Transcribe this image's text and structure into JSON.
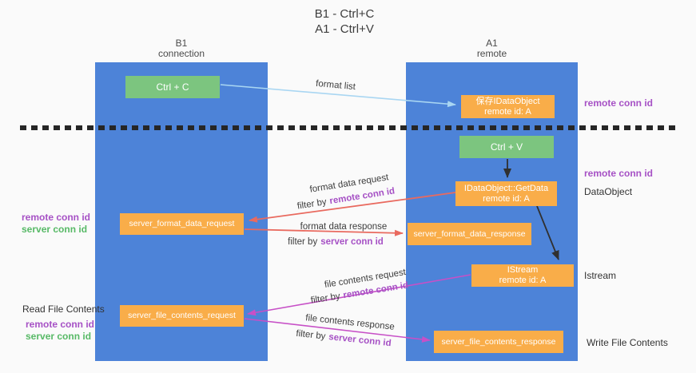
{
  "title": {
    "line1": "B1 - Ctrl+C",
    "line2": "A1 - Ctrl+V"
  },
  "lanes": {
    "left": {
      "title": "B1",
      "subtitle": "connection"
    },
    "right": {
      "title": "A1",
      "subtitle": "remote"
    }
  },
  "nodes": {
    "ctrl_c": {
      "label": "Ctrl + C"
    },
    "ctrl_v": {
      "label": "Ctrl + V"
    },
    "save_idataobject": {
      "line1": "保存IDataObject",
      "line2": "remote id: A"
    },
    "idataobject_getdata": {
      "line1": "IDataObject::GetData",
      "line2": "remote id: A"
    },
    "istream": {
      "line1": "IStream",
      "line2": "remote id: A"
    },
    "server_format_data_request": {
      "label": "server_format_data_request"
    },
    "server_format_data_response": {
      "label": "server_format_data_response"
    },
    "server_file_contents_request": {
      "label": "server_file_contents_request"
    },
    "server_file_contents_response": {
      "label": "server_file_contents_response"
    }
  },
  "edges": {
    "format_list": "format list",
    "format_data_request": "format data request",
    "format_data_response": "format data response",
    "file_contents_request": "file contents request",
    "file_contents_response": "file contents response",
    "filter_by": "filter by",
    "remote_conn_id": "remote conn id",
    "server_conn_id": "server conn id"
  },
  "annotations": {
    "right_remote_conn_id_top": "remote conn id",
    "right_remote_conn_id_mid": "remote conn id",
    "dataobject": "DataObject",
    "istream": "Istream",
    "write_file_contents": "Write File Contents",
    "read_file_contents": "Read File Contents",
    "left_remote_conn_id_top": "remote conn id",
    "left_server_conn_id_top": "server conn id",
    "left_remote_conn_id_bottom": "remote conn id",
    "left_server_conn_id_bottom": "server conn id"
  },
  "colors": {
    "lane_blue": "#4d83d8",
    "node_green": "#7cc57f",
    "node_orange": "#f9ad49",
    "label_purple": "#a651c5",
    "label_green": "#57b966",
    "arrow_salmon": "#e96a5f",
    "arrow_magenta": "#c750c7",
    "arrow_light_blue": "#a9d6f2",
    "arrow_black": "#303030"
  }
}
